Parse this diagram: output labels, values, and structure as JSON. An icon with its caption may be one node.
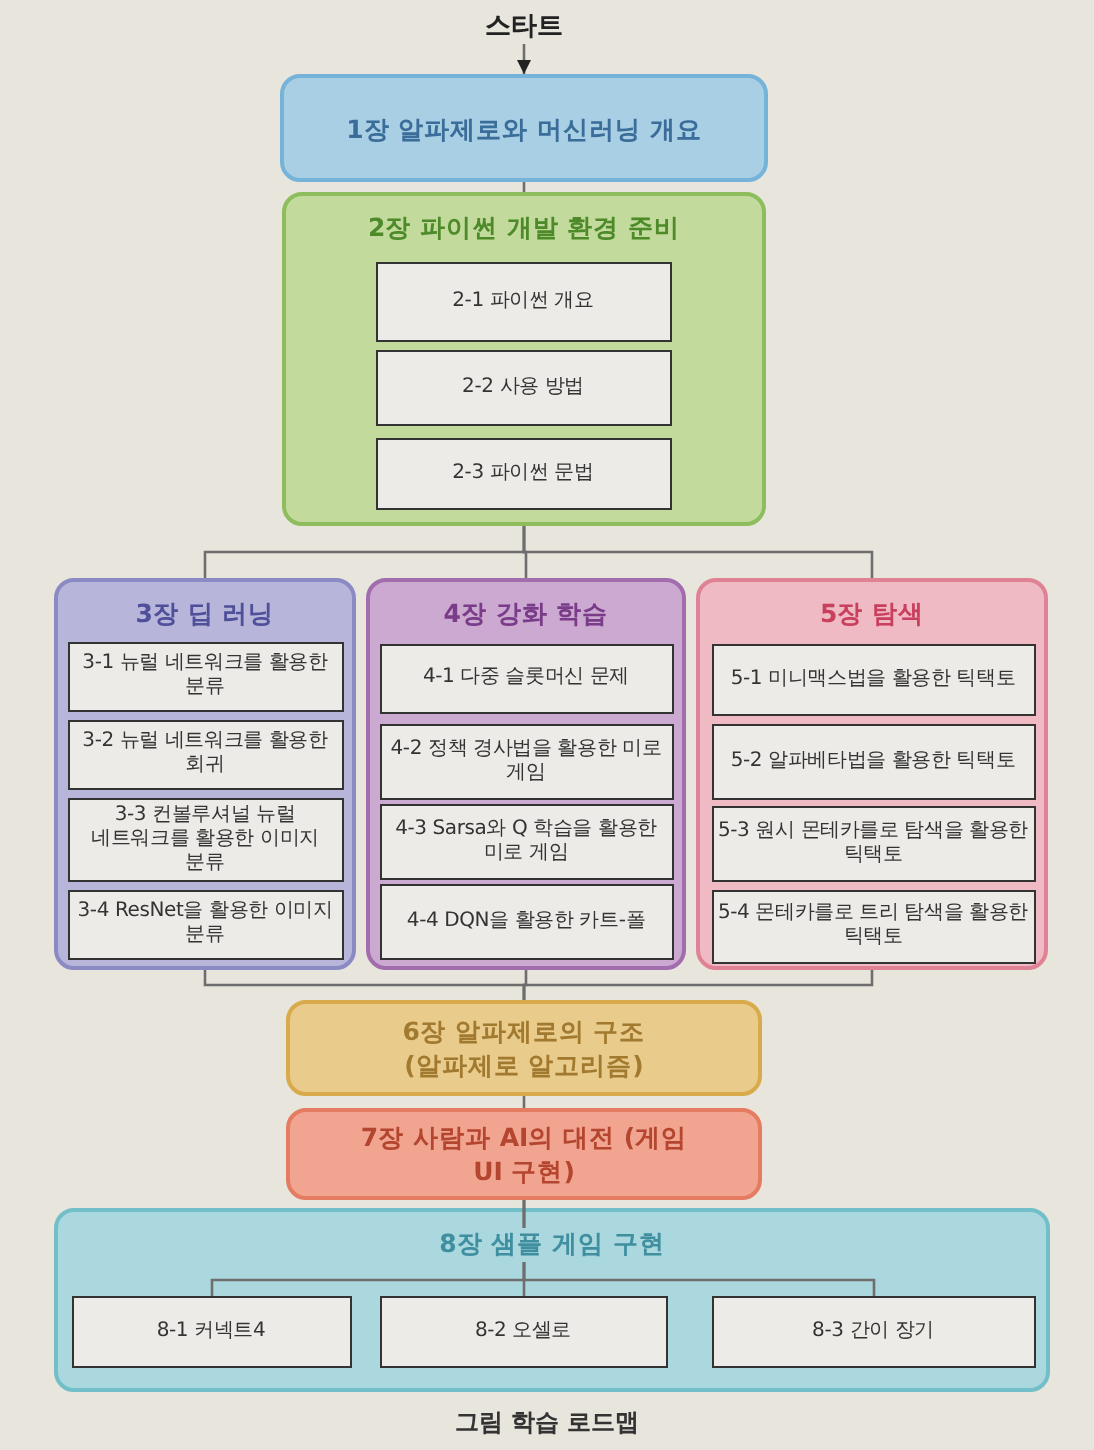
{
  "diagram": {
    "caption": "그림 학습 로드맵",
    "nodes": [
      {
        "text": [
          "스타트"
        ]
      },
      {
        "text": [
          "1장 알파제로와 머신러닝 개요"
        ]
      },
      {
        "text": [
          "2장 파이썬 개발 환경 준비"
        ]
      },
      {
        "text": [
          "2-1 파이썬 개요"
        ],
        "in": 2
      },
      {
        "text": [
          "2-2 사용 방법"
        ],
        "in": 2
      },
      {
        "text": [
          "2-3 파이썬 문법"
        ],
        "in": 2
      },
      {
        "text": [
          "3장 딥 러닝"
        ]
      },
      {
        "text": [
          "3-1 뉴럴 네트워크를 활용한 분류"
        ],
        "in": 6
      },
      {
        "text": [
          "3-2 뉴럴 네트워크를 활용한 회귀"
        ],
        "in": 6
      },
      {
        "text": [
          "3-3 컨볼루셔널 뉴럴 네트워크를 활용한 이미지 분류"
        ],
        "in": 6
      },
      {
        "text": [
          "3-4 ResNet을 활용한 이미지 분류"
        ],
        "in": 6
      },
      {
        "text": [
          "4장 강화 학습"
        ]
      },
      {
        "text": [
          "4-1 다중 슬롯머신 문제"
        ],
        "in": 11
      },
      {
        "text": [
          "4-2 정책 경사법을 활용한 미로 게임"
        ],
        "in": 11
      },
      {
        "text": [
          "4-3 Sarsa와 Q 학습을 활용한 미로 게임"
        ],
        "in": 11
      },
      {
        "text": [
          "4-4 DQN을 활용한 카트-폴"
        ],
        "in": 11
      },
      {
        "text": [
          "5장 탐색"
        ]
      },
      {
        "text": [
          "5-1 미니맥스법을 활용한 틱택토"
        ],
        "in": 16
      },
      {
        "text": [
          "5-2 알파베타법을 활용한 틱택토"
        ],
        "in": 16
      },
      {
        "text": [
          "5-3 원시 몬테카를로 탐색을 활용한 틱택토"
        ],
        "in": 16
      },
      {
        "text": [
          "5-4 몬테카를로 트리 탐색을 활용한 틱택토"
        ],
        "in": 16
      },
      {
        "text": [
          "6장 알파제로의 구조 (알파제로 알고리즘)"
        ]
      },
      {
        "text": [
          "7장 사람과 AI의 대전 (게임 UI 구현)"
        ]
      },
      {
        "text": [
          "8장 샘플 게임 구현"
        ]
      },
      {
        "text": [
          "8-1 커넥트4"
        ],
        "in": 23
      },
      {
        "text": [
          "8-2 오셀로"
        ],
        "in": 23
      },
      {
        "text": [
          "8-3 간이 장기"
        ],
        "in": 23
      }
    ],
    "edges": [
      {
        "from": 0,
        "to": 1,
        "arrow": "to"
      },
      {
        "from": 1,
        "to": 2,
        "arrow": "none"
      },
      {
        "from": 2,
        "to": 6,
        "arrow": "none"
      },
      {
        "from": 2,
        "to": 11,
        "arrow": "none"
      },
      {
        "from": 2,
        "to": 16,
        "arrow": "none"
      },
      {
        "from": 6,
        "to": 21,
        "arrow": "none"
      },
      {
        "from": 11,
        "to": 21,
        "arrow": "none"
      },
      {
        "from": 16,
        "to": 21,
        "arrow": "none"
      },
      {
        "from": 21,
        "to": 22,
        "arrow": "none"
      },
      {
        "from": 22,
        "to": 24,
        "arrow": "none"
      },
      {
        "from": 22,
        "to": 25,
        "arrow": "none"
      },
      {
        "from": 22,
        "to": 26,
        "arrow": "none"
      }
    ]
  }
}
